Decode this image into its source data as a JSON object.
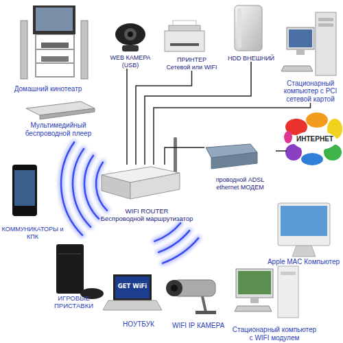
{
  "diagram": {
    "nodes": [
      {
        "text": [
          "Домашний кинотеатр"
        ]
      },
      {
        "text": [
          "WEB КАМЕРА (USB)"
        ]
      },
      {
        "text": [
          "ПРИНТЕР",
          "Сетевой или WIFI"
        ]
      },
      {
        "text": [
          "HDD ВНЕШНИЙ"
        ]
      },
      {
        "text": [
          "Стационарный компьютер с PCI сетевой картой"
        ]
      },
      {
        "text": [
          "Мультимедийный беспроводной плеер"
        ]
      },
      {
        "text": [
          "ИНТЕРНЕТ"
        ]
      },
      {
        "text": [
          "WIFI ROUTER",
          "Беспроводной маршрутизатор"
        ]
      },
      {
        "text": [
          "проводной ADSL ethernet МОДЕМ"
        ]
      },
      {
        "text": [
          "КОММУНИКАТОРЫ и КПК"
        ]
      },
      {
        "text": [
          "Apple MAC Компьютер"
        ]
      },
      {
        "text": [
          "ИГРОВЫЕ ПРИСТАВКИ"
        ]
      },
      {
        "text": [
          "НОУТБУК"
        ]
      },
      {
        "text": [
          "WIFI IP КАМЕРА"
        ]
      },
      {
        "text": [
          "Стационарный компьютер с WIFI модулем"
        ]
      }
    ],
    "edges": [
      {
        "from": 7,
        "to": 1,
        "arrow": "none"
      },
      {
        "from": 7,
        "to": 2,
        "arrow": "none"
      },
      {
        "from": 7,
        "to": 3,
        "arrow": "none"
      },
      {
        "from": 7,
        "to": 4,
        "arrow": "none"
      },
      {
        "from": 7,
        "to": 8,
        "arrow": "none"
      },
      {
        "from": 8,
        "to": 6,
        "arrow": "none"
      }
    ],
    "labels": [
      "GET WiFi"
    ]
  }
}
